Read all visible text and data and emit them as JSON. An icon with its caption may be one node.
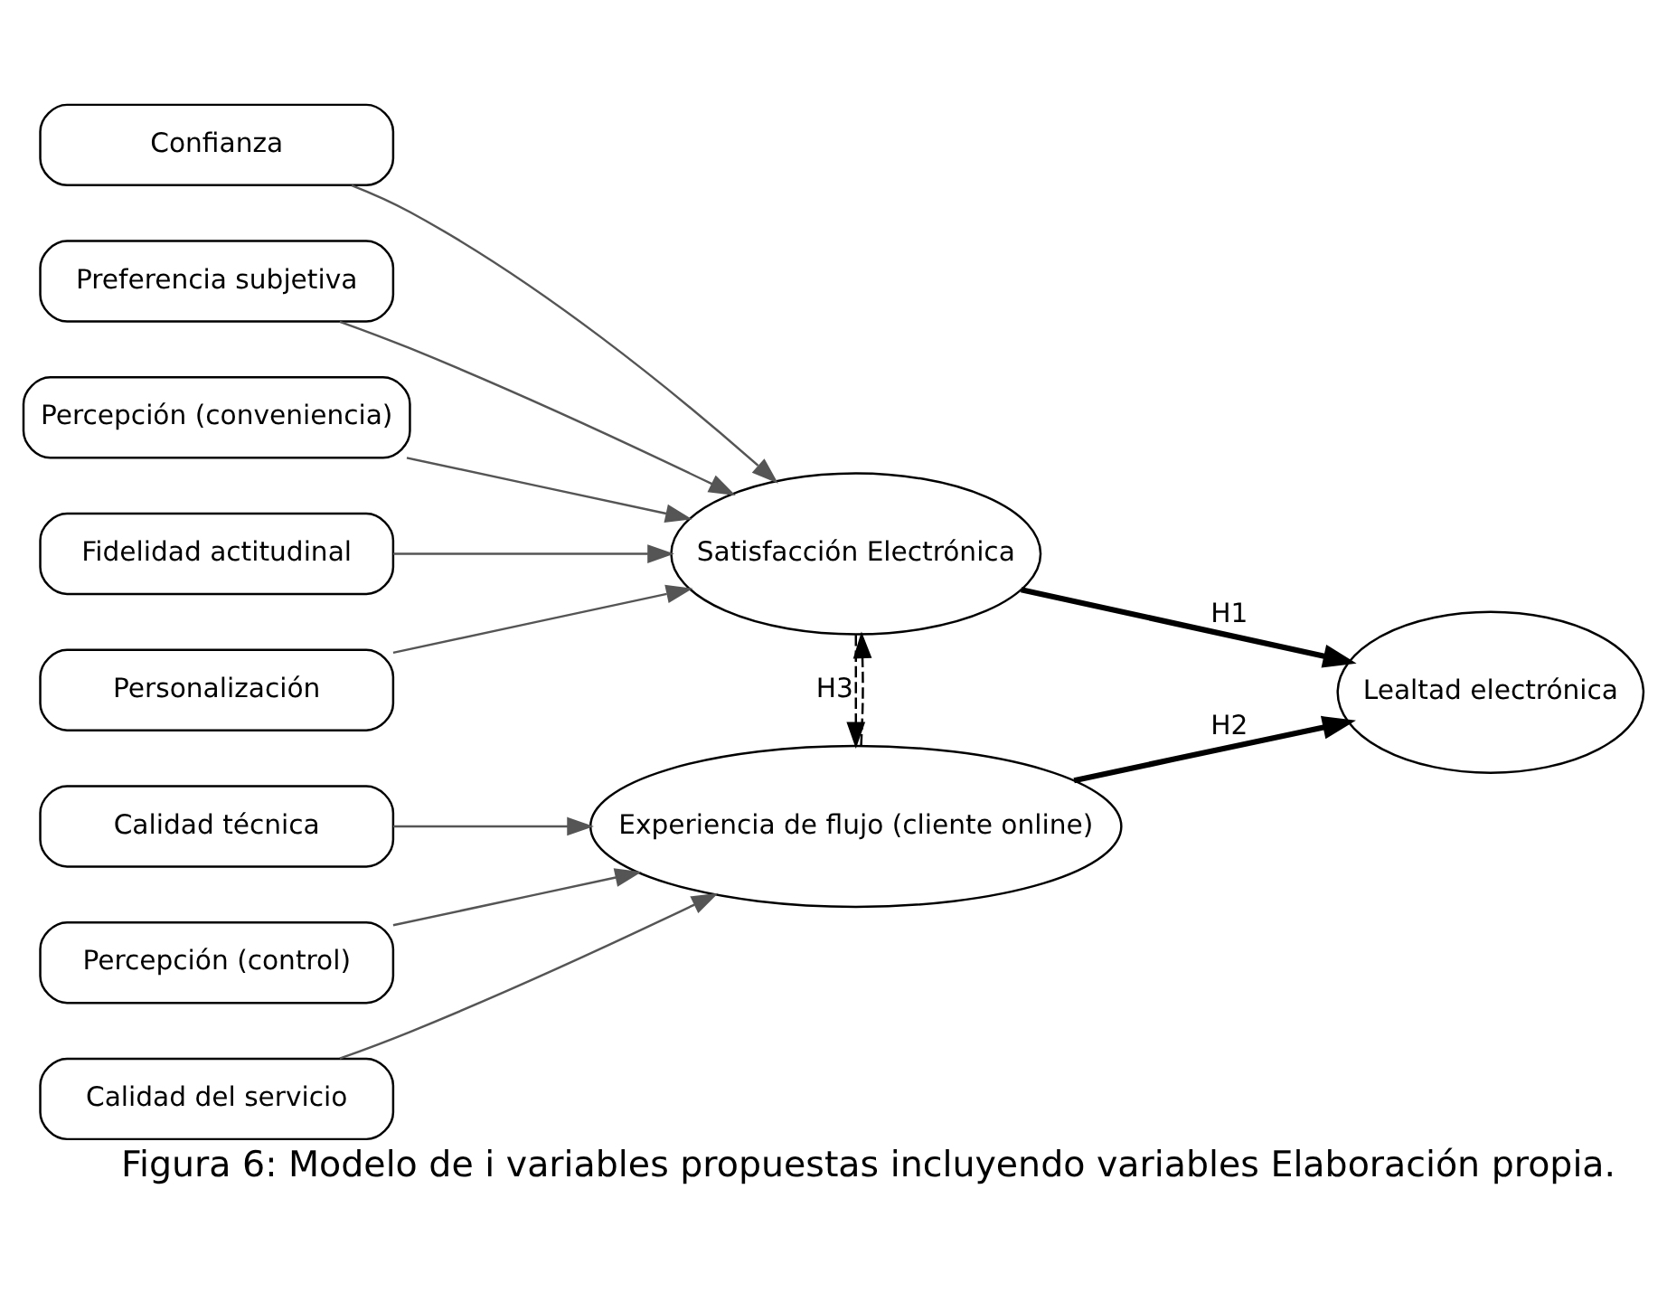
{
  "diagram": {
    "caption": "Figura 6: Modelo de i variables propuestas incluyendo variables Elaboración propia.",
    "nodes": [
      {
        "text": [
          "Fidelidad actitudinal"
        ]
      },
      {
        "text": [
          "Personalización"
        ]
      },
      {
        "text": [
          "Confianza"
        ]
      },
      {
        "text": [
          "Satisfacción Electrónica"
        ]
      },
      {
        "text": [
          "Preferencia subjetiva"
        ]
      },
      {
        "text": [
          "Percepción (conveniencia)"
        ]
      },
      {
        "text": [
          "Lealtad electrónica"
        ]
      },
      {
        "text": [
          "Percepción (control)"
        ]
      },
      {
        "text": [
          "Experiencia de flujo (cliente online)"
        ]
      },
      {
        "text": [
          "Calidad del servicio"
        ]
      },
      {
        "text": [
          "Calidad técnica"
        ]
      }
    ],
    "edges": [
      {
        "from": 0,
        "to": 3,
        "arrow": "to"
      },
      {
        "from": 1,
        "to": 3,
        "arrow": "to"
      },
      {
        "from": 2,
        "to": 3,
        "arrow": "to"
      },
      {
        "from": 4,
        "to": 3,
        "arrow": "to"
      },
      {
        "from": 5,
        "to": 3,
        "arrow": "to"
      },
      {
        "from": 3,
        "to": 6,
        "arrow": "to",
        "label": "H1",
        "style": "thick"
      },
      {
        "from": 3,
        "to": 8,
        "arrow": "to",
        "label": "H3",
        "style": "dashed"
      },
      {
        "from": 8,
        "to": 3,
        "arrow": "to",
        "style": "dashed"
      },
      {
        "from": 8,
        "to": 6,
        "arrow": "to",
        "label": "H2",
        "style": "thick"
      },
      {
        "from": 7,
        "to": 8,
        "arrow": "to"
      },
      {
        "from": 9,
        "to": 8,
        "arrow": "to"
      },
      {
        "from": 10,
        "to": 8,
        "arrow": "to"
      }
    ]
  }
}
